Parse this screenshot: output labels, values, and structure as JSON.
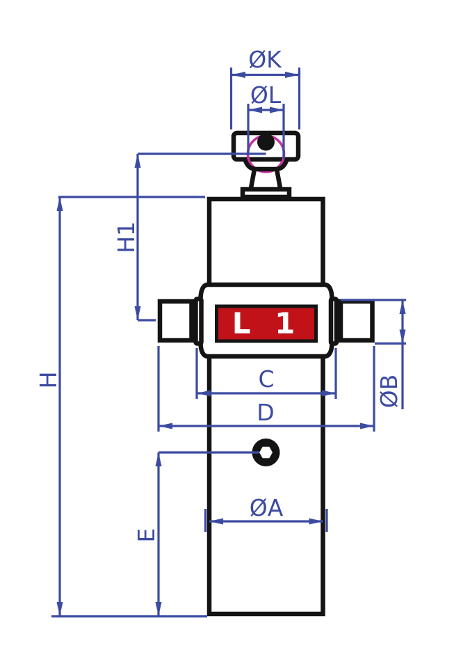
{
  "labels": {
    "diameter_k": "ØK",
    "diameter_l": "ØL",
    "height_h1": "H1",
    "height_h": "H",
    "width_c": "C",
    "width_d": "D",
    "diameter_b": "ØB",
    "diameter_a": "ØA",
    "length_e": "E",
    "plate": "L 1"
  },
  "colors": {
    "dimension_blue": "#3c4ba1",
    "outline_black": "#141414",
    "plate_red": "#c1121a",
    "plate_text_white": "#ffffff",
    "ball_socket_magenta": "#c9309f",
    "background": "#ffffff"
  }
}
